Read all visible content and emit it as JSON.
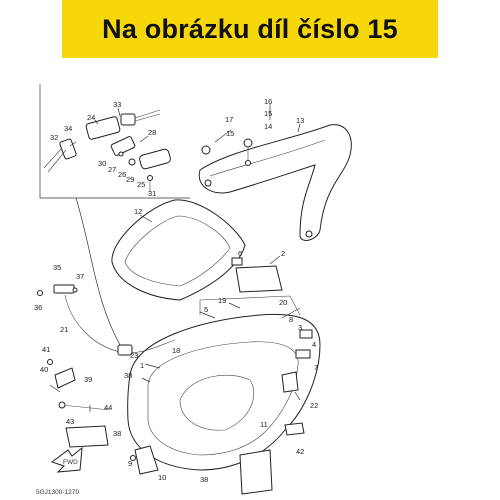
{
  "banner": {
    "text": "Na obrázku díl číslo 15",
    "color": "#f6d80a"
  },
  "diagram": {
    "code": "5GJ1300-1270",
    "arrow_label": "FWD",
    "callouts": [
      {
        "id": "c33",
        "label": "33"
      },
      {
        "id": "c24",
        "label": "24"
      },
      {
        "id": "c28",
        "label": "28"
      },
      {
        "id": "c32",
        "label": "32"
      },
      {
        "id": "c34",
        "label": "34"
      },
      {
        "id": "c30",
        "label": "30"
      },
      {
        "id": "c27",
        "label": "27"
      },
      {
        "id": "c26",
        "label": "26"
      },
      {
        "id": "c29",
        "label": "29"
      },
      {
        "id": "c25",
        "label": "25"
      },
      {
        "id": "c31",
        "label": "31"
      },
      {
        "id": "c16",
        "label": "16"
      },
      {
        "id": "c17",
        "label": "17"
      },
      {
        "id": "c15a",
        "label": "15"
      },
      {
        "id": "c15b",
        "label": "15"
      },
      {
        "id": "c14",
        "label": "14"
      },
      {
        "id": "c13",
        "label": "13"
      },
      {
        "id": "c12",
        "label": "12"
      },
      {
        "id": "c6",
        "label": "6"
      },
      {
        "id": "c2",
        "label": "2"
      },
      {
        "id": "c35",
        "label": "35"
      },
      {
        "id": "c37",
        "label": "37"
      },
      {
        "id": "c36",
        "label": "36"
      },
      {
        "id": "c21",
        "label": "21"
      },
      {
        "id": "c19",
        "label": "19"
      },
      {
        "id": "c20",
        "label": "20"
      },
      {
        "id": "c5",
        "label": "5"
      },
      {
        "id": "c8",
        "label": "8"
      },
      {
        "id": "c3",
        "label": "3"
      },
      {
        "id": "c4",
        "label": "4"
      },
      {
        "id": "c18",
        "label": "18"
      },
      {
        "id": "c23",
        "label": "23"
      },
      {
        "id": "c1",
        "label": "1"
      },
      {
        "id": "c41",
        "label": "41"
      },
      {
        "id": "c40",
        "label": "40"
      },
      {
        "id": "c39",
        "label": "39"
      },
      {
        "id": "c38a",
        "label": "38"
      },
      {
        "id": "c44",
        "label": "44"
      },
      {
        "id": "c43",
        "label": "43"
      },
      {
        "id": "c38b",
        "label": "38"
      },
      {
        "id": "c7",
        "label": "7"
      },
      {
        "id": "c22",
        "label": "22"
      },
      {
        "id": "c11",
        "label": "11"
      },
      {
        "id": "c42",
        "label": "42"
      },
      {
        "id": "c9",
        "label": "9"
      },
      {
        "id": "c10",
        "label": "10"
      },
      {
        "id": "c38c",
        "label": "38"
      }
    ]
  }
}
